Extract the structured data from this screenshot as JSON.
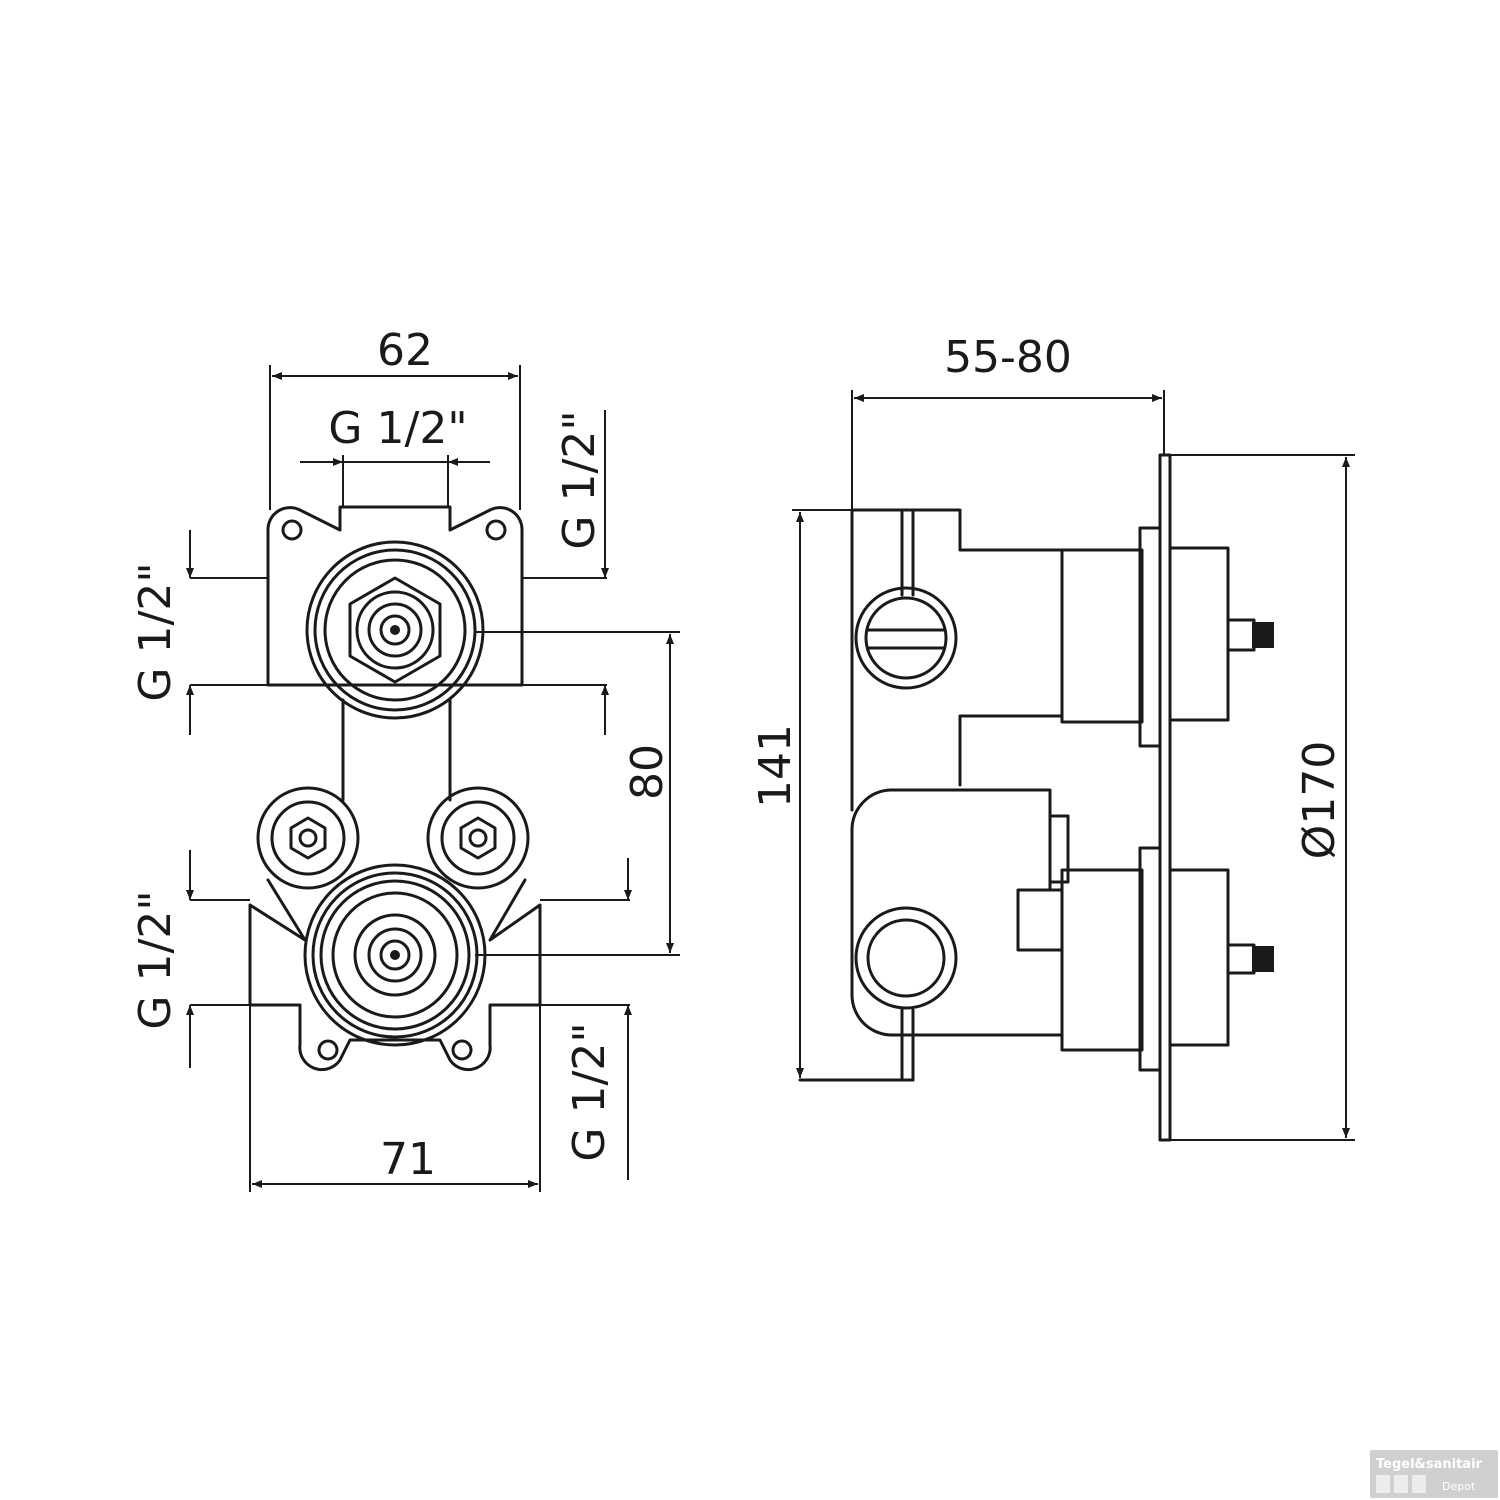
{
  "front_view": {
    "top_width": "62",
    "top_connection": "G 1/2\"",
    "top_right_connection": "G 1/2\"",
    "left_upper_connection": "G 1/2\"",
    "left_lower_connection": "G 1/2\"",
    "right_lower_connection": "G 1/2\"",
    "center_distance": "80",
    "bottom_width": "71"
  },
  "side_view": {
    "depth_range": "55-80",
    "body_height": "141",
    "plate_diameter": "Ø170"
  },
  "watermark": {
    "brand": "Tegel&sanitair",
    "sub": "Depot"
  }
}
